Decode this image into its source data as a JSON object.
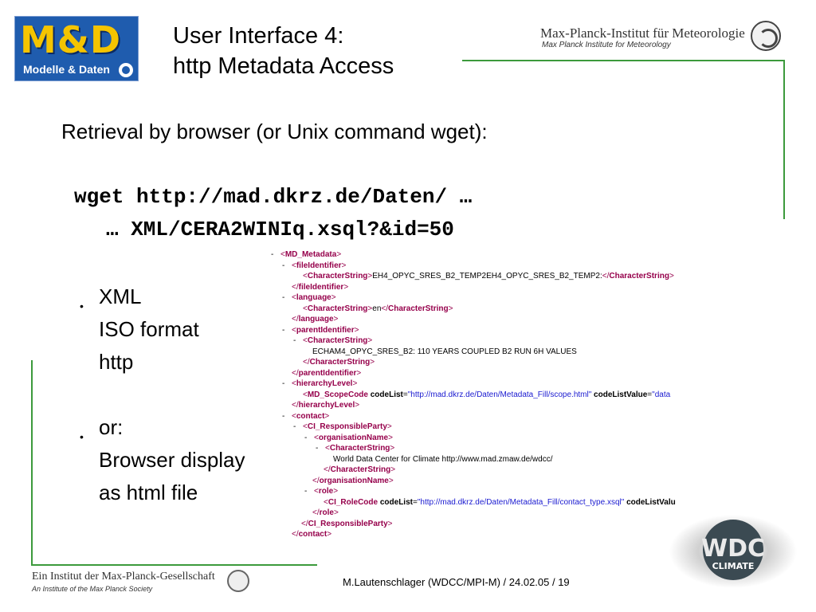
{
  "logo": {
    "big_text": "M&D",
    "small_text": "Modelle & Daten"
  },
  "title": {
    "line1": "User Interface 4:",
    "line2": "http Metadata Access"
  },
  "institute": {
    "name": "Max-Planck-Institut für Meteorologie",
    "subtitle": "Max Planck Institute for Meteorology"
  },
  "body": {
    "retrieval": "Retrieval by browser (or Unix command wget):",
    "wget_line1": "wget http://mad.dkrz.de/Daten/  …",
    "wget_line2": "… XML/CERA2WINIq.xsql?&id=50",
    "bullets": [
      {
        "lines": [
          "XML",
          "ISO format",
          "http"
        ]
      },
      {
        "lines": [
          "or:",
          "Browser display",
          "as html file"
        ]
      }
    ]
  },
  "xml": {
    "minus": "-",
    "lt": "<",
    "gt": ">",
    "close_lt": "</",
    "eq": "=",
    "md_metadata": "MD_Metadata",
    "file_identifier": "fileIdentifier",
    "character_string": "CharacterString",
    "file_id_value": "EH4_OPYC_SRES_B2_TEMP2EH4_OPYC_SRES_B2_TEMP2:",
    "language": "language",
    "language_value": "en",
    "parent_identifier": "parentIdentifier",
    "parent_value": "ECHAM4_OPYC_SRES_B2: 110 YEARS COUPLED B2 RUN 6H VALUES",
    "hierarchy_level": "hierarchyLevel",
    "md_scope_code": "MD_ScopeCode",
    "code_list": "codeList",
    "scope_url": "\"http://mad.dkrz.de/Daten/Metadata_Fill/scope.html\"",
    "code_list_value": "codeListValue",
    "scope_value": "\"data",
    "contact": "contact",
    "ci_responsible_party": "CI_ResponsibleParty",
    "organisation_name": "organisationName",
    "org_value": "World Data Center for Climate http://www.mad.zmaw.de/wdcc/",
    "role": "role",
    "ci_role_code": "CI_RoleCode",
    "role_url": "\"http://mad.dkrz.de/Daten/Metadata_Fill/contact_type.xsql\"",
    "role_value_name": "codeListValu"
  },
  "footer": {
    "society": "Ein Institut der Max-Planck-Gesellschaft",
    "society_sub": "An Institute of the Max Planck Society",
    "credit": "M.Lautenschlager (WDCC/MPI-M) / 24.02.05 / 19",
    "wdc_line1": "WDC",
    "wdc_line2": "CLIMATE"
  },
  "colors": {
    "frame_green": "#3c9a3c",
    "xml_tag": "#96004b",
    "xml_attr_value": "#1a1ad0",
    "logo_blue": "#1f5cae",
    "logo_yellow": "#f5c400"
  }
}
